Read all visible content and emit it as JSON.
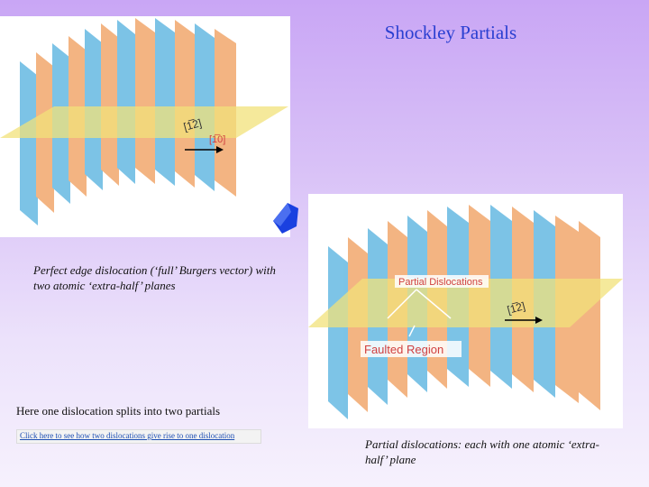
{
  "slide": {
    "title": "Shockley Partials",
    "caption_perfect": "Perfect edge dislocation (‘full’ Burgers vector) with two atomic ‘extra-half’ planes",
    "caption_split": "Here one dislocation splits into two partials",
    "link_text": "Click here to see how two dislocations give rise to one dislocation",
    "caption_partial": "Partial dislocations: each with one atomic ‘extra-half’ plane"
  },
  "figure1": {
    "direction_label_1": "[1̅2]",
    "direction_label_2": "[1̅0]"
  },
  "figure2": {
    "label_partial": "Partial Dislocations",
    "label_faulted": "Faulted Region",
    "direction_label": "[1̅2]"
  },
  "colors": {
    "title": "#2a3fd1",
    "plane_orange": "#f0a060",
    "plane_blue": "#58b3e0",
    "slip_plane": "#f2e27a",
    "arrow": "#1a40e0",
    "label_red": "#d04040"
  }
}
